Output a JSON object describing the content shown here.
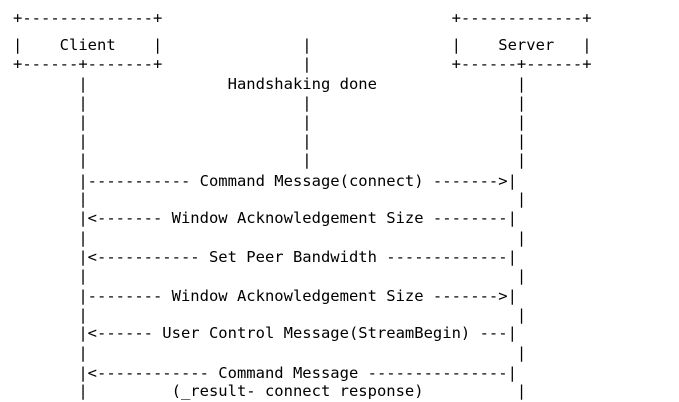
{
  "lines": [
    "+--------------+                               +-------------+",
    "|    Client    |               |               |    Server   |",
    "+------+-------+               |               +------+------+",
    "       |               Handshaking done               |",
    "       |                       |                      |",
    "       |                       |                      |",
    "       |                       |                      |",
    "       |                       |                      |",
    "       |----------- Command Message(connect) ------->|",
    "       |                                              |",
    "       |<------- Window Acknowledgement Size --------|",
    "       |                                              |",
    "       |<----------- Set Peer Bandwidth -------------|",
    "       |                                              |",
    "       |-------- Window Acknowledgement Size ------->|",
    "       |                                              |",
    "       |<------ User Control Message(StreamBegin) ---|",
    "       |                                              |",
    "       |<------------ Command Message ---------------|",
    "       |         (_result- connect response)          |"
  ]
}
